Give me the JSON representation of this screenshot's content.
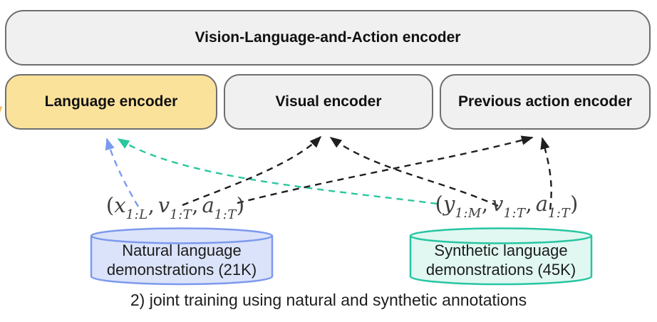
{
  "title_box": {
    "label": "Vision-Language-and-Action encoder"
  },
  "encoders": [
    {
      "id": "language",
      "label": "Language encoder",
      "highlighted": true
    },
    {
      "id": "visual",
      "label": "Visual encoder",
      "highlighted": false
    },
    {
      "id": "previous_action",
      "label": "Previous action encoder",
      "highlighted": false
    }
  ],
  "datasets": {
    "natural": {
      "line1": "Natural language",
      "line2": "demonstrations (21K)"
    },
    "synthetic": {
      "line1": "Synthetic language",
      "line2": "demonstrations (45K)"
    }
  },
  "math": {
    "natural": {
      "open": "(",
      "t1": "x",
      "s1": "1:L",
      "c1": ",",
      "t2": "v",
      "s2": "1:T",
      "c2": ",",
      "t3": "a",
      "s3": "1:T",
      "close": ")"
    },
    "synthetic": {
      "open": "(",
      "t1": "y",
      "s1": "1:M",
      "c1": ",",
      "t2": "v",
      "s2": "1:T",
      "c2": ",",
      "t3": "a",
      "s3": "1:T",
      "close": ")"
    }
  },
  "caption": "2) joint training using natural and synthetic annotations",
  "arrows": [
    {
      "from": "natural-demonstrations",
      "to": "language-encoder",
      "style": "dashed",
      "color": "#7c9bf0"
    },
    {
      "from": "natural-demonstrations",
      "to": "visual-encoder",
      "style": "dashed",
      "color": "#1f1f1f"
    },
    {
      "from": "natural-demonstrations",
      "to": "previous-action-encoder",
      "style": "dashed",
      "color": "#1f1f1f"
    },
    {
      "from": "synthetic-demonstrations",
      "to": "language-encoder",
      "style": "dashed",
      "color": "#2bc79f"
    },
    {
      "from": "synthetic-demonstrations",
      "to": "visual-encoder",
      "style": "dashed",
      "color": "#1f1f1f"
    },
    {
      "from": "synthetic-demonstrations",
      "to": "previous-action-encoder",
      "style": "dashed",
      "color": "#1f1f1f"
    },
    {
      "from": "offscreen-left",
      "to": "language-encoder",
      "style": "solid",
      "color": "#f0bc57"
    }
  ],
  "colors": {
    "box_fill": "#f0f0f0",
    "box_border": "#6e6e6e",
    "highlight_box_fill": "#fbe29b",
    "natural_fill": "#dbe3fa",
    "natural_border": "#7d99ee",
    "synthetic_fill": "#e0f8f1",
    "synthetic_border": "#27c5a2",
    "arrow_black": "#1f1f1f",
    "arrow_blue": "#7c9bf0",
    "arrow_teal": "#2bc79f",
    "arrow_amber": "#f0bc57"
  }
}
